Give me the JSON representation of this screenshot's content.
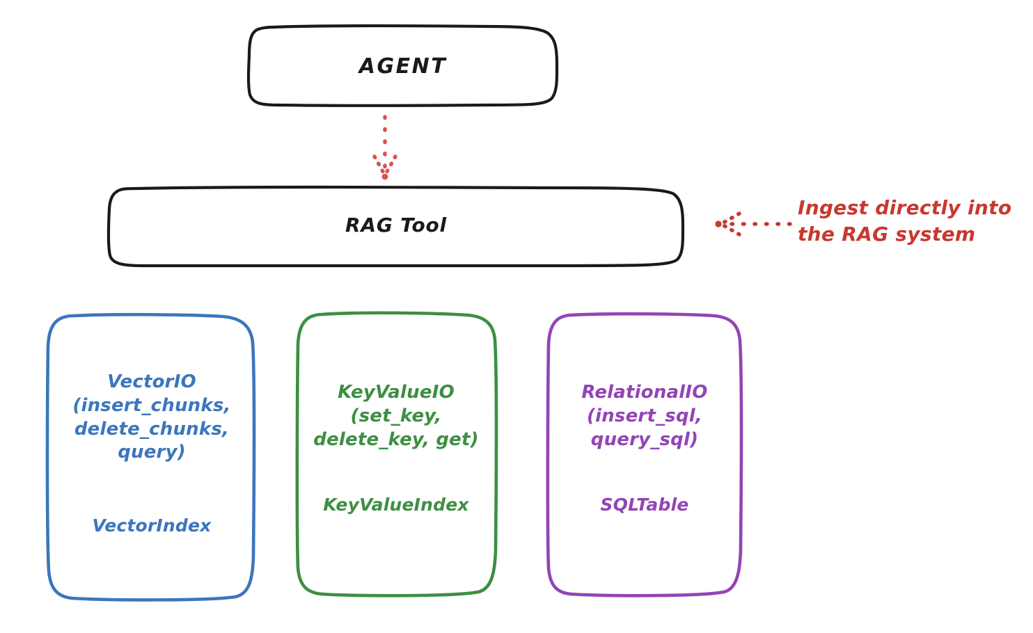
{
  "diagram": {
    "title": "RAG Tool architecture",
    "background": "#ffffff",
    "colors": {
      "outline": "#1a1a1a",
      "vector": "#3b76bd",
      "keyvalue": "#3d8f42",
      "relational": "#9244b5",
      "annotation": "#c8382f"
    },
    "nodes": {
      "agent": {
        "label": "AGENT",
        "stroke": "#1a1a1a",
        "shape": "rounded-rectangle"
      },
      "rag_tool": {
        "label": "RAG Tool",
        "stroke": "#1a1a1a",
        "shape": "rounded-rectangle"
      },
      "vector_store": {
        "api": "VectorIO\n(insert_chunks,\ndelete_chunks,\nquery)",
        "index": "VectorIndex",
        "stroke": "#3b76bd",
        "shape": "rounded-rectangle"
      },
      "keyvalue_store": {
        "api": "KeyValueIO\n(set_key,\ndelete_key, get)",
        "index": "KeyValueIndex",
        "stroke": "#3d8f42",
        "shape": "rounded-rectangle"
      },
      "relational_store": {
        "api": "RelationalIO\n(insert_sql,\nquery_sql)",
        "index": "SQLTable",
        "stroke": "#9244b5",
        "shape": "rounded-rectangle"
      }
    },
    "connectors": {
      "agent_to_ragtool": {
        "style": "dotted",
        "direction": "down",
        "color": "#d9534f",
        "label": ""
      },
      "ingest_arrow": {
        "style": "dotted",
        "direction": "left",
        "color": "#c8382f",
        "label": ""
      }
    },
    "annotations": {
      "ingest_note": "Ingest directly into\nthe RAG system"
    }
  }
}
